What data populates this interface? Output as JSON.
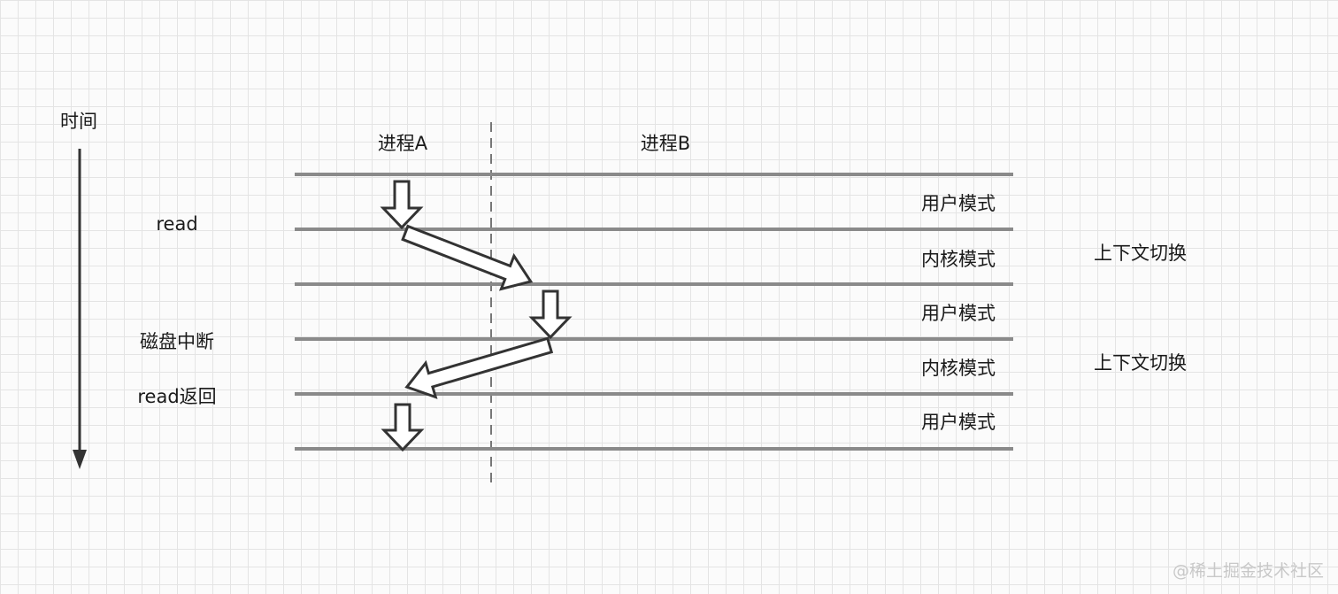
{
  "time_axis": {
    "label": "时间"
  },
  "processes": {
    "a": "进程A",
    "b": "进程B"
  },
  "events": {
    "read": "read",
    "disk_interrupt": "磁盘中断",
    "read_return": "read返回"
  },
  "modes": [
    {
      "label": "用户模式"
    },
    {
      "label": "内核模式"
    },
    {
      "label": "用户模式"
    },
    {
      "label": "内核模式"
    },
    {
      "label": "用户模式"
    }
  ],
  "context_switch": [
    {
      "label": "上下文切换"
    },
    {
      "label": "上下文切换"
    }
  ],
  "watermark": "@稀土掘金技术社区",
  "colors": {
    "lines": "#8a8a8a",
    "arrow_stroke": "#333333",
    "arrow_fill": "#ffffff",
    "axis": "#333333"
  }
}
